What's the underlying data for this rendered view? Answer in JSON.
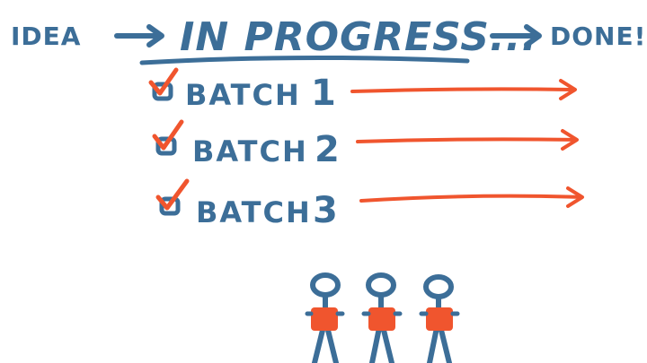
{
  "header": {
    "step1": "IDEA",
    "step2": "IN PROGRESS...",
    "step3": "DONE!"
  },
  "batches": [
    {
      "label": "BATCH",
      "number": "1",
      "checked": true
    },
    {
      "label": "BATCH",
      "number": "2",
      "checked": true
    },
    {
      "label": "BATCH",
      "number": "3",
      "checked": true
    }
  ],
  "colors": {
    "ink": "#3c6e98",
    "accent": "#f0552e"
  },
  "figures": {
    "count": 3
  }
}
